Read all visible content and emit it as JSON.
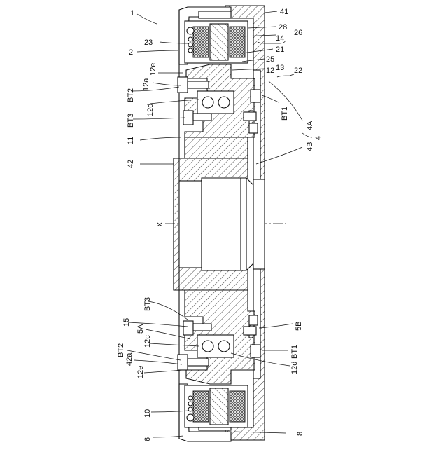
{
  "figure": {
    "labels": {
      "l1": "1",
      "l41": "41",
      "l23": "23",
      "l28": "28",
      "l14": "14",
      "l26": "26",
      "l2": "2",
      "l21": "21",
      "l25": "25",
      "l13": "13",
      "l12": "12",
      "l22": "22",
      "l12e_top": "12e",
      "l12a": "12a",
      "lBT2_top": "BT2",
      "l12d_top": "12d",
      "lBT1_top": "BT1",
      "lBT3_top": "BT3",
      "l4A": "4A",
      "l4": "4",
      "l11": "11",
      "l4B": "4B",
      "l42": "42",
      "lX": "X",
      "lBT3_bot": "BT3",
      "l15": "15",
      "l5A": "5A",
      "l12c": "12c",
      "l5B": "5B",
      "lBT2_bot": "BT2",
      "l42a": "42a",
      "lBT1_bot": "BT1",
      "l12e_bot": "12e",
      "l12d_bot": "12d",
      "l10": "10",
      "l6": "6",
      "l8": "8"
    }
  }
}
